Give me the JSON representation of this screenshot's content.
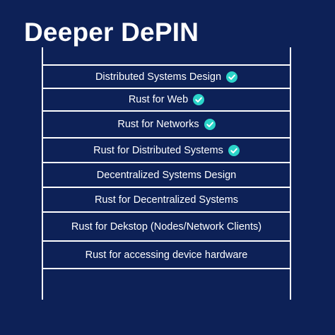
{
  "title": "Deeper DePIN",
  "colors": {
    "background": "#0d2157",
    "lines": "#ffffff",
    "text": "#ffffff",
    "check": "#2bd4c9"
  },
  "rows": [
    {
      "label": "Distributed Systems Design",
      "completed": true,
      "icon": "check-circle-icon"
    },
    {
      "label": "Rust for Web",
      "completed": true,
      "icon": "check-circle-icon"
    },
    {
      "label": "Rust for Networks",
      "completed": true,
      "icon": "check-circle-icon"
    },
    {
      "label": "Rust for Distributed Systems",
      "completed": true,
      "icon": "check-circle-icon"
    },
    {
      "label": "Decentralized Systems Design",
      "completed": false
    },
    {
      "label": "Rust for Decentralized Systems",
      "completed": false
    },
    {
      "label": "Rust for Dekstop (Nodes/Network Clients)",
      "completed": false
    },
    {
      "label": "Rust for accessing device hardware",
      "completed": false
    }
  ]
}
